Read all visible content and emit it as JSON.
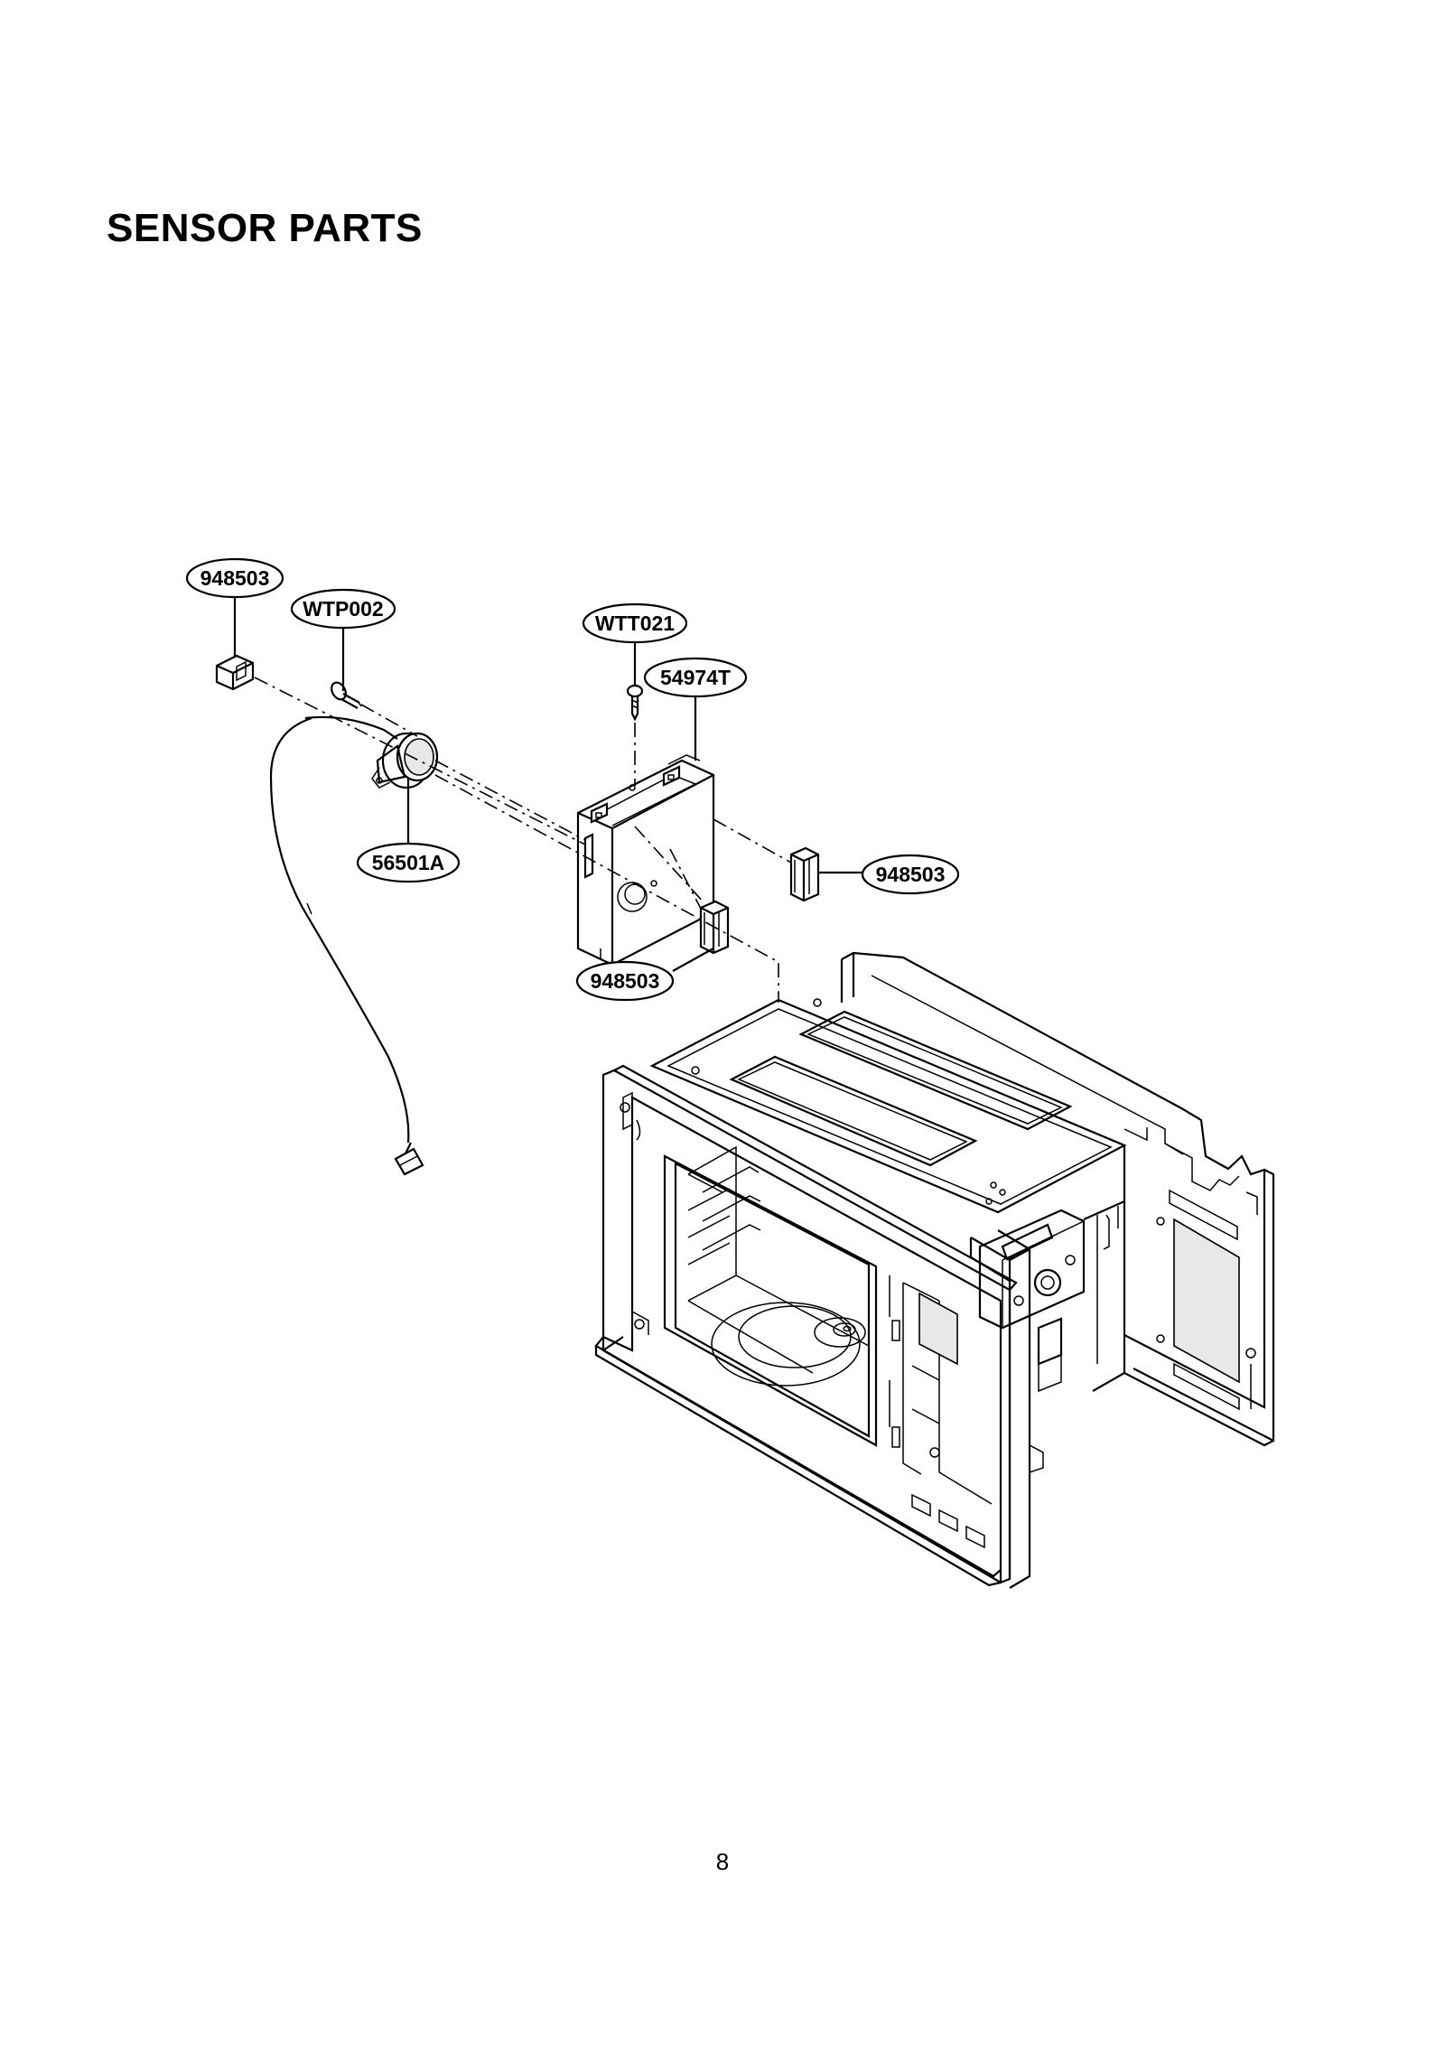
{
  "page": {
    "title": "SENSOR PARTS",
    "page_number": "8"
  },
  "callouts": [
    {
      "id": "c1",
      "label": "948503",
      "part": "connector-cap"
    },
    {
      "id": "c2",
      "label": "WTP002",
      "part": "screw"
    },
    {
      "id": "c3",
      "label": "WTT021",
      "part": "screw"
    },
    {
      "id": "c4",
      "label": "54974T",
      "part": "sensor-bracket"
    },
    {
      "id": "c5",
      "label": "56501A",
      "part": "humidity-sensor"
    },
    {
      "id": "c6",
      "label": "948503",
      "part": "connector-cap"
    },
    {
      "id": "c7",
      "label": "948503",
      "part": "connector-cap"
    }
  ]
}
